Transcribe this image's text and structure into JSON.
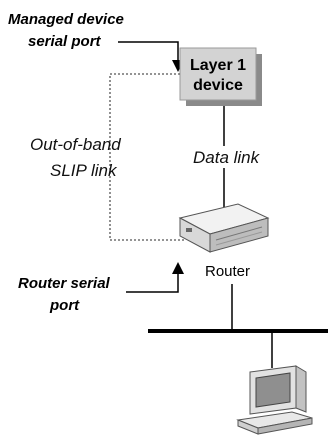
{
  "labels": {
    "managed_port_line1": "Managed device",
    "managed_port_line2": "serial port",
    "layer1_line1": "Layer 1",
    "layer1_line2": "device",
    "oob_line1": "Out-of-band",
    "oob_line2": "SLIP link",
    "data_link": "Data link",
    "router_port_line1": "Router serial",
    "router_port_line2": "port",
    "router": "Router"
  },
  "colors": {
    "device_box": "#cfcfcf",
    "line": "#000000",
    "dotted_link": "#666666"
  }
}
